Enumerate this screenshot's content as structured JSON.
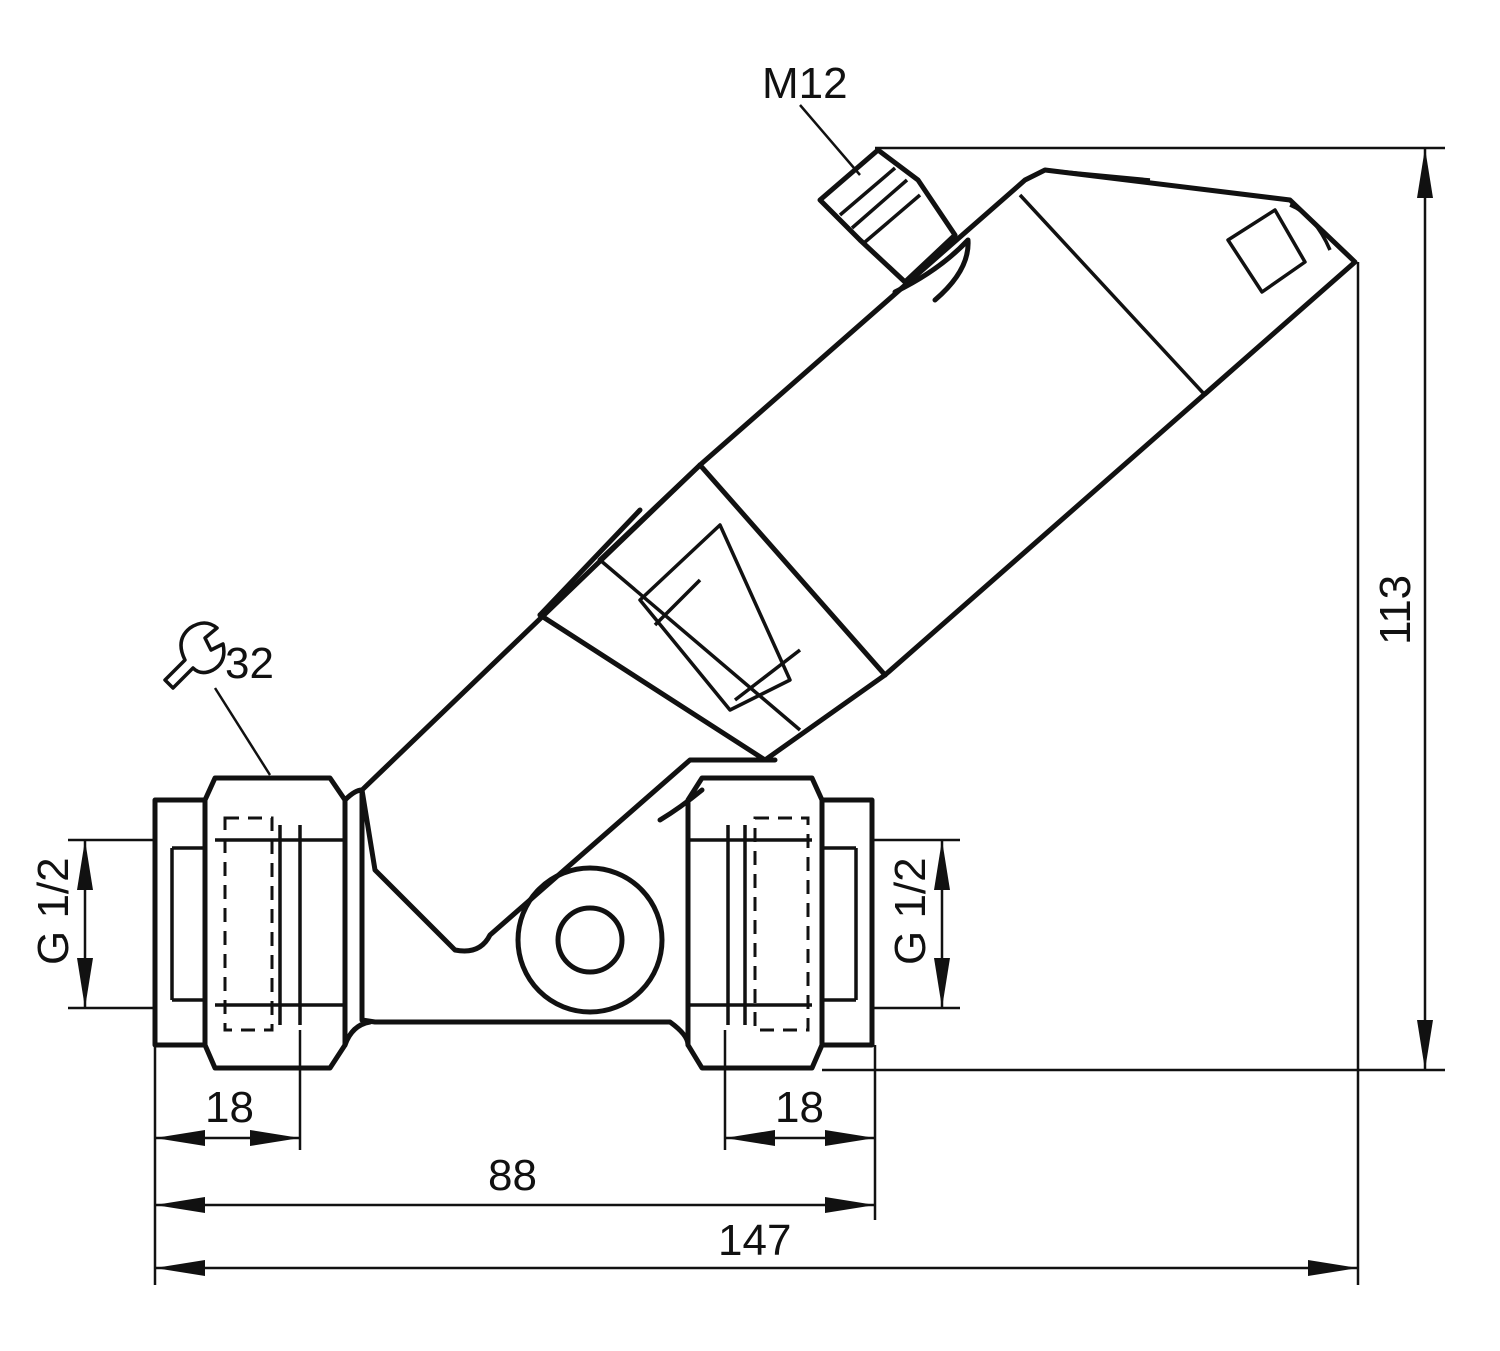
{
  "drawing": {
    "connector_label": "M12",
    "wrench_label": "32",
    "thread_left": "G 1/2",
    "thread_right": "G 1/2",
    "dim_height": "113",
    "dim_port_left": "18",
    "dim_port_right": "18",
    "dim_body": "88",
    "dim_total": "147"
  }
}
